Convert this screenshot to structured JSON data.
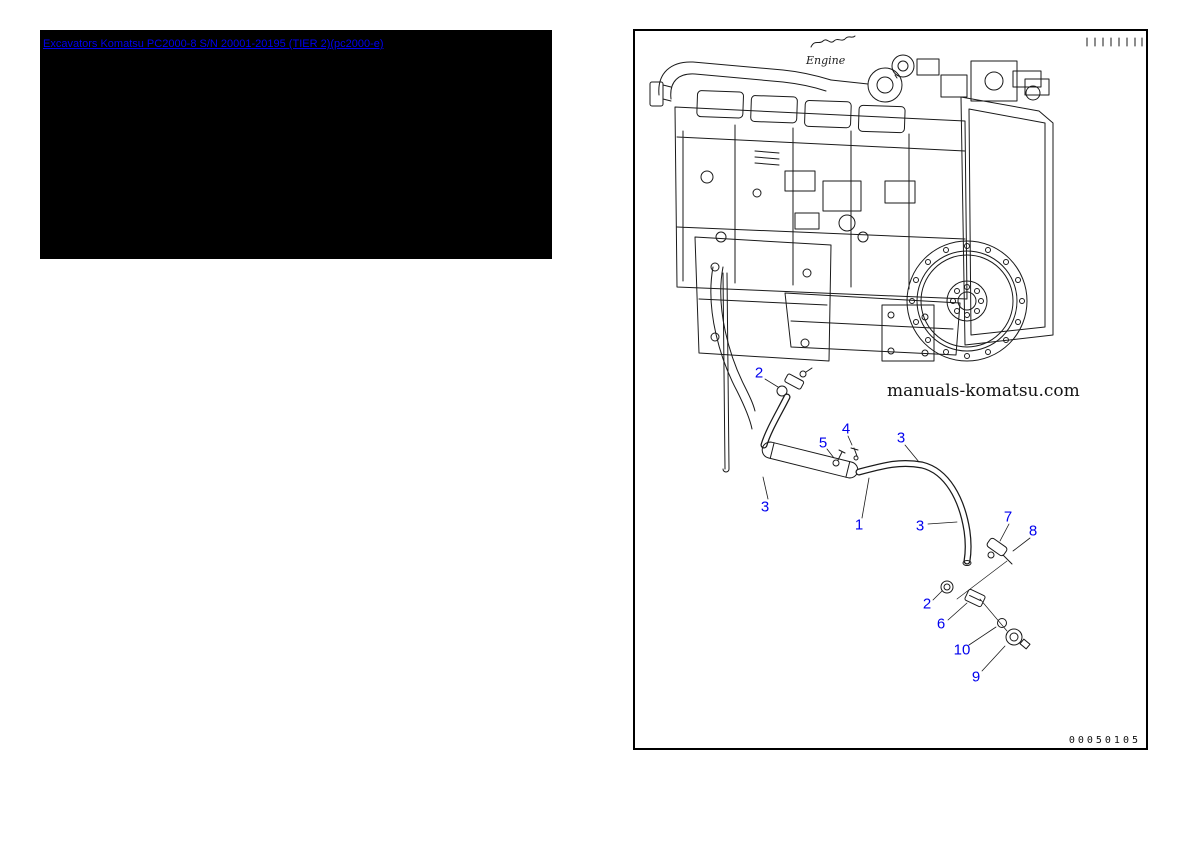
{
  "header": {
    "link_text": "Excavators Komatsu PC2000-8 S/N 20001-20195 (TIER 2)(pc2000-e)",
    "link_color": "#0000ee"
  },
  "diagram": {
    "engine_label": "Engine",
    "watermark": "manuals-komatsu.com",
    "figure_code": "00050105",
    "callout_color": "#0000ee",
    "callouts": [
      {
        "label": "2"
      },
      {
        "label": "5"
      },
      {
        "label": "4"
      },
      {
        "label": "3"
      },
      {
        "label": "3"
      },
      {
        "label": "1"
      },
      {
        "label": "3"
      },
      {
        "label": "7"
      },
      {
        "label": "8"
      },
      {
        "label": "2"
      },
      {
        "label": "6"
      },
      {
        "label": "10"
      },
      {
        "label": "9"
      }
    ]
  }
}
